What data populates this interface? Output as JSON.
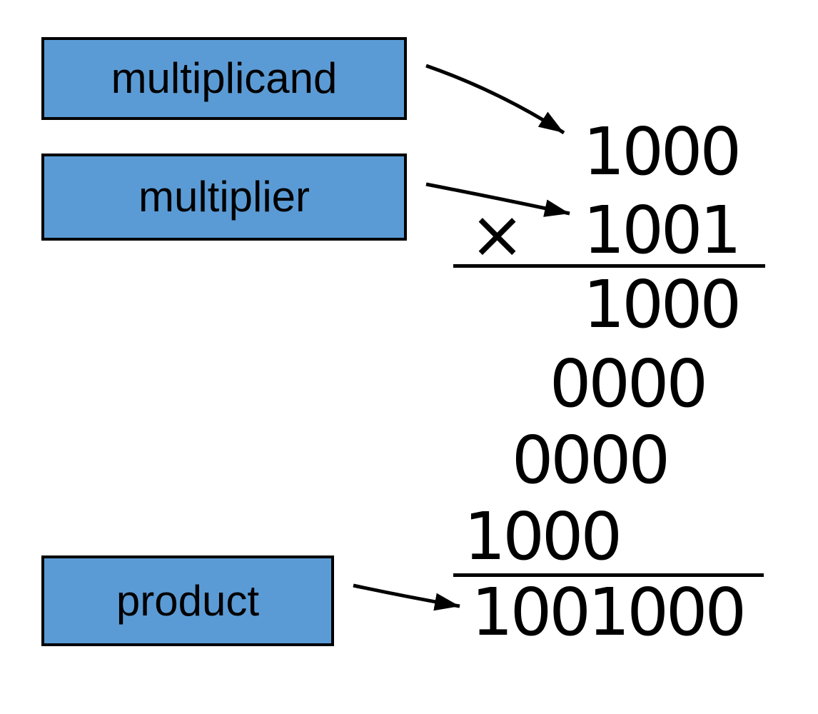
{
  "diagram": {
    "title_hint": "binary multiplication worksheet",
    "labels": {
      "multiplicand": "multiplicand",
      "multiplier": "multiplier",
      "product": "product"
    },
    "calculation": {
      "multiplicand_value": "1000",
      "multiplier_value": "1001",
      "operator": "×",
      "partial_products": [
        "1000",
        "0000",
        "0000",
        "1000"
      ],
      "product_value": "1001000"
    },
    "colors": {
      "box_fill": "#5b9bd5",
      "box_border": "#000000",
      "text": "#000000",
      "background": "#ffffff"
    }
  }
}
